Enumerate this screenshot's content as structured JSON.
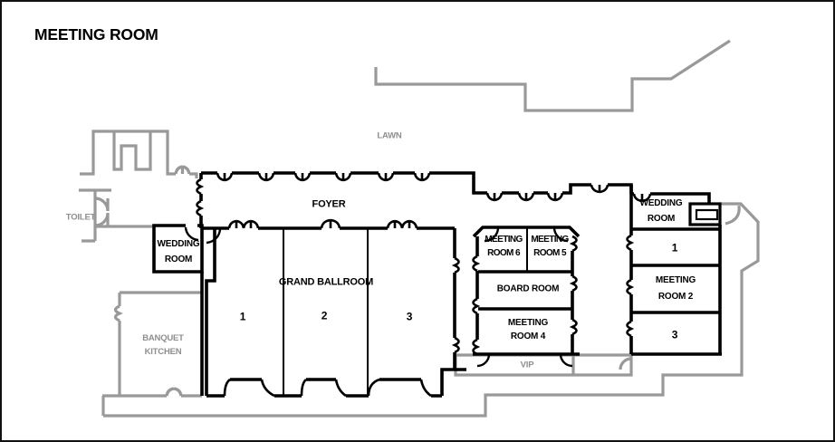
{
  "title": "MEETING ROOM",
  "colors": {
    "wall": "#000000",
    "site": "#999999",
    "gray_text": "#8f8f8f",
    "background": "#ffffff"
  },
  "labels": {
    "lawn": "LAWN",
    "toilet": "TOILET",
    "foyer": "FOYER",
    "wedding_room_left": "WEDDING\nROOM",
    "grand_ballroom": "GRAND BALLROOM",
    "ballroom_section_1": "1",
    "ballroom_section_2": "2",
    "ballroom_section_3": "3",
    "banquet_kitchen": "BANQUET\nKITCHEN",
    "meeting_room_6": "MEETING\nROOM 6",
    "meeting_room_5": "MEETING\nROOM 5",
    "board_room": "BOARD ROOM",
    "meeting_room_4": "MEETING\nROOM 4",
    "vip": "VIP",
    "wedding_room_right": "WEDDING\nROOM",
    "right_room_1": "1",
    "meeting_room_2": "MEETING\nROOM 2",
    "right_room_3": "3"
  }
}
